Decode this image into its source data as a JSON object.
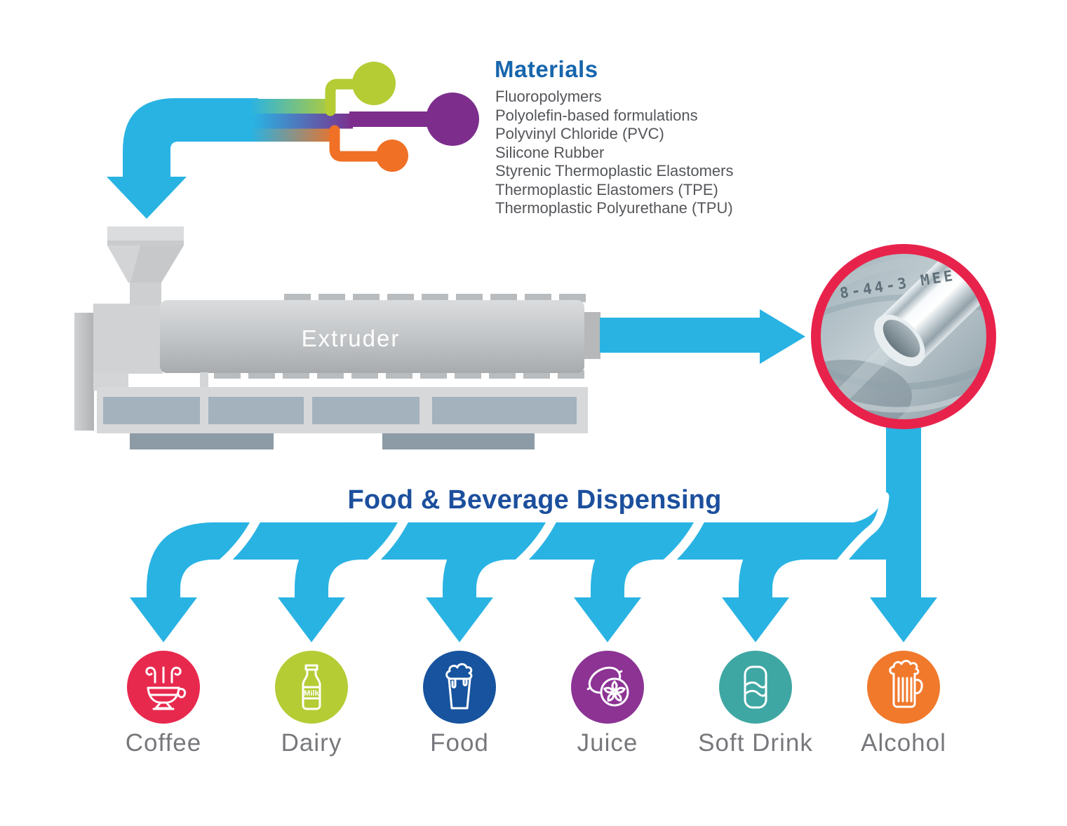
{
  "materials": {
    "title": "Materials",
    "items": [
      "Fluoropolymers",
      "Polyolefin-based formulations",
      "Polyvinyl Chloride (PVC)",
      "Silicone Rubber",
      "Styrenic Thermoplastic Elastomers",
      "Thermoplastic Elastomers (TPE)",
      "Thermoplastic Polyurethane (TPU)"
    ]
  },
  "extruder": {
    "label": "Extruder"
  },
  "tubing_photo": {
    "imprint": "8-44-3 MEE"
  },
  "dispensing": {
    "title": "Food & Beverage Dispensing",
    "categories": [
      {
        "label": "Coffee",
        "color": "#e8294e",
        "icon": "coffee-cup-icon"
      },
      {
        "label": "Dairy",
        "color": "#b5cc35",
        "icon": "milk-bottle-icon",
        "bottle_label": "Milk"
      },
      {
        "label": "Food",
        "color": "#17539e",
        "icon": "dessert-cup-icon"
      },
      {
        "label": "Juice",
        "color": "#8c3394",
        "icon": "lemon-slice-icon"
      },
      {
        "label": "Soft Drink",
        "color": "#3fa7a3",
        "icon": "soda-can-icon"
      },
      {
        "label": "Alcohol",
        "color": "#f0792c",
        "icon": "beer-mug-icon"
      }
    ]
  },
  "colors": {
    "arrow_blue": "#29b3e3",
    "materials_title_blue": "#1766ad",
    "materials_text_gray": "#54565a",
    "dispensing_title_blue": "#1c4f9d",
    "category_label_gray": "#77787c",
    "photo_ring_red": "#e8234b",
    "node_lime": "#b5cc35",
    "node_purple": "#7d2e8d",
    "node_orange": "#f07026"
  }
}
